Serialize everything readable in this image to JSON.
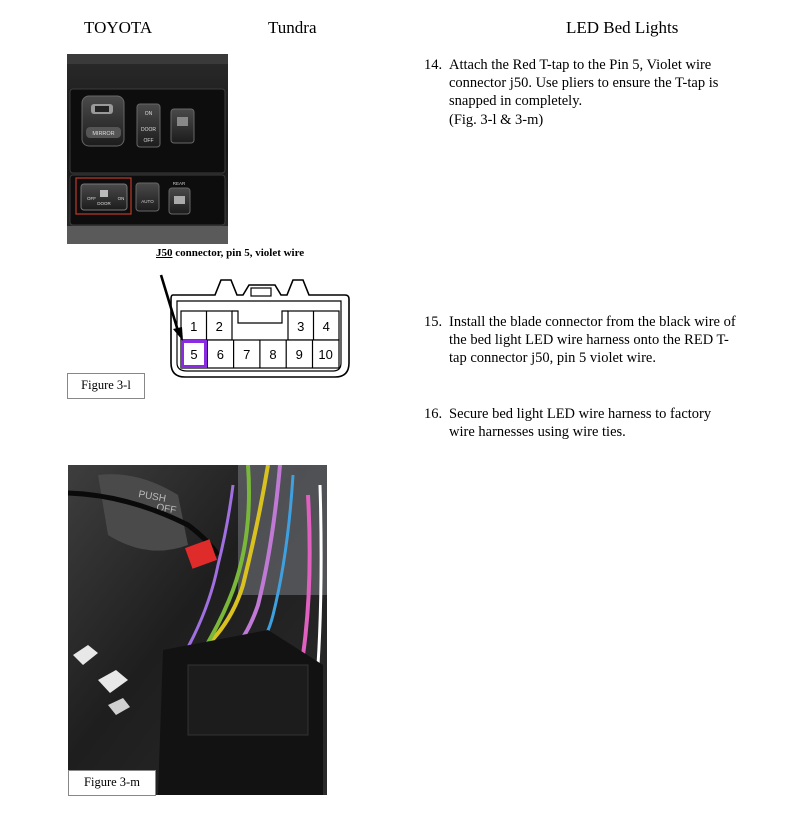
{
  "header": {
    "brand": "TOYOTA",
    "model": "Tundra",
    "title": "LED Bed Lights"
  },
  "steps": [
    {
      "num": "14.",
      "text": "Attach the Red T-tap to the Pin 5, Violet wire connector j50. Use pliers to ensure the T-tap is snapped in completely.",
      "ref": "(Fig. 3-l & 3-m)"
    },
    {
      "num": "15.",
      "text": "Install the blade connector from the black wire of the bed light LED wire harness onto the RED T-tap connector j50, pin 5 violet wire."
    },
    {
      "num": "16.",
      "text": "Secure bed light LED wire harness to factory wire harnesses using wire ties."
    }
  ],
  "dash_panel": {
    "mirror_label": "MIRROR",
    "on_label": "ON",
    "door_label": "DOOR",
    "off_label": "OFF",
    "bed_off": "OFF",
    "bed_door": "DOOR",
    "bed_on": "ON",
    "auto_label": "AUTO",
    "rear_label": "REAR"
  },
  "connector": {
    "title_prefix": "J50",
    "title_rest": " connector, pin 5, violet wire",
    "top_pins": [
      "1",
      "2",
      "3",
      "4"
    ],
    "bottom_pins": [
      "5",
      "6",
      "7",
      "8",
      "9",
      "10"
    ],
    "highlight_pin": "5",
    "highlight_color": "#8a2be2"
  },
  "photo_m": {
    "push_label": "PUSH",
    "off_label": "OFF"
  },
  "captions": {
    "fig_l": "Figure 3-l",
    "fig_m": "Figure 3-m"
  }
}
